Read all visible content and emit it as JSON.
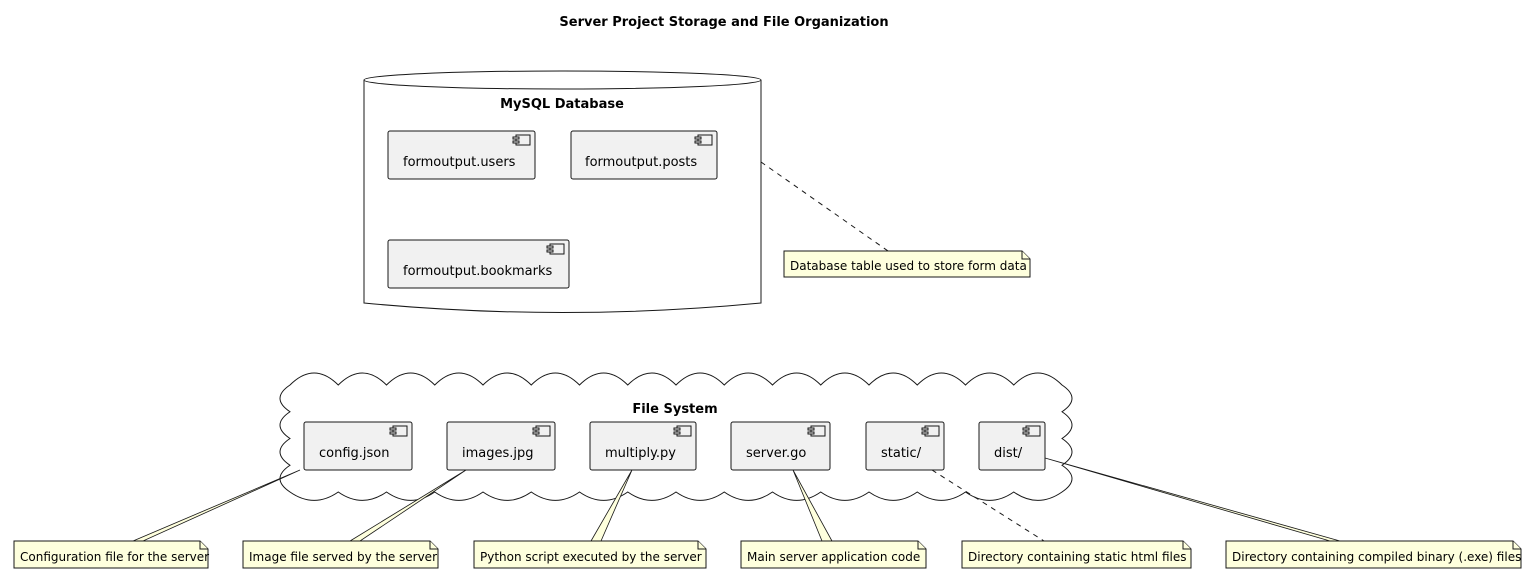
{
  "title": "Server Project Storage and File Organization",
  "database": {
    "label": "MySQL Database",
    "tables": [
      "formoutput.users",
      "formoutput.posts",
      "formoutput.bookmarks"
    ],
    "note": "Database table used to store form data"
  },
  "filesystem": {
    "label": "File System",
    "files": [
      "config.json",
      "images.jpg",
      "multiply.py",
      "server.go",
      "static/",
      "dist/"
    ],
    "notes": [
      "Configuration file for the server",
      "Image file served by the server",
      "Python script executed by the server",
      "Main server application code",
      "Directory containing static html files",
      "Directory containing compiled binary (.exe) files"
    ]
  },
  "colors": {
    "component_fill": "#F1F1F1",
    "component_border": "#181818",
    "note_fill": "#FEFFDD",
    "note_border": "#181818",
    "note_link": "#A80036"
  }
}
